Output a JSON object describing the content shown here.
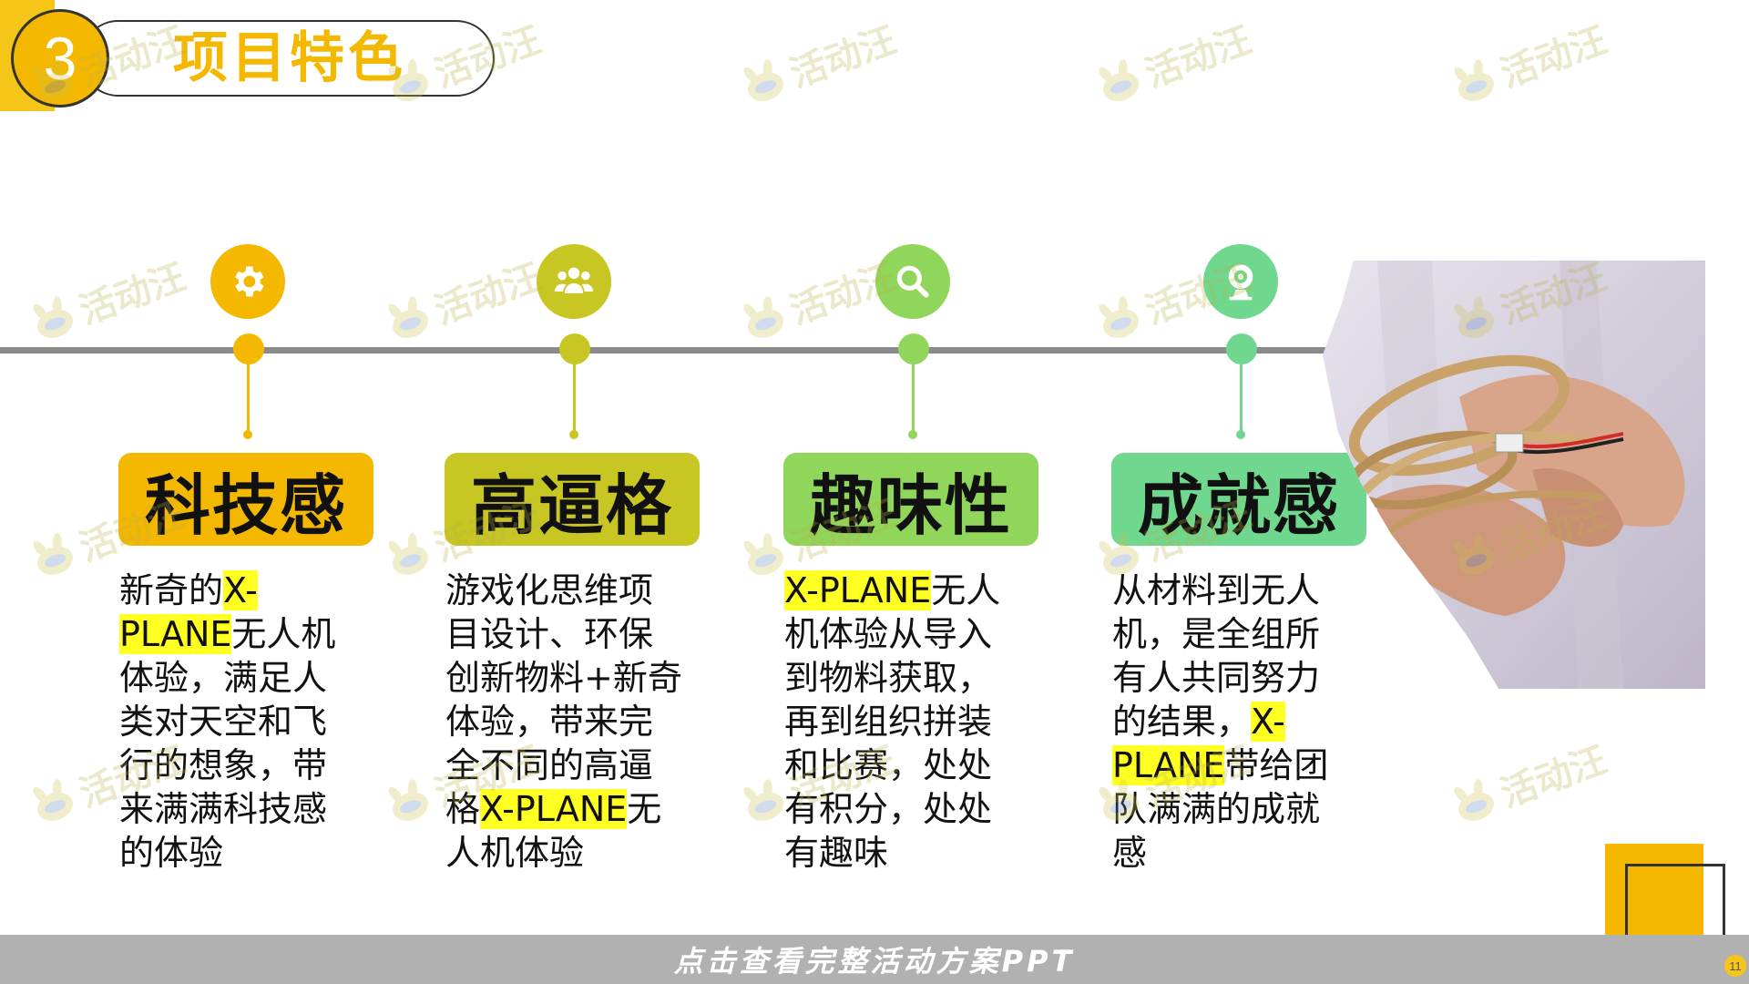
{
  "header": {
    "number": "3",
    "title": "项目特色"
  },
  "features": [
    {
      "icon": "gear-icon",
      "color": "#f5b800",
      "label": "科技感",
      "desc_parts": [
        {
          "text": "新奇的",
          "hl": false
        },
        {
          "text": "X-PLANE",
          "hl": true
        },
        {
          "text": "无人机体验，满足人类对天空和飞行的想象，带来满满科技感的体验",
          "hl": false
        }
      ]
    },
    {
      "icon": "group-icon",
      "color": "#c8c622",
      "label": "高逼格",
      "desc_parts": [
        {
          "text": "游戏化思维项目设计、环保创新物料+新奇体验，带来完全不同的高逼格",
          "hl": false
        },
        {
          "text": "X-PLANE",
          "hl": true
        },
        {
          "text": "无人机体验",
          "hl": false
        }
      ]
    },
    {
      "icon": "search-icon",
      "color": "#8fd65a",
      "label": "趣味性",
      "desc_parts": [
        {
          "text": "X-PLANE",
          "hl": true
        },
        {
          "text": "无人机体验从导入到物料获取，再到组织拼装和比赛，处处有积分，处处有趣味",
          "hl": false
        }
      ]
    },
    {
      "icon": "webcam-icon",
      "color": "#6fd88e",
      "label": "成就感",
      "desc_parts": [
        {
          "text": "从材料到无人机，是全组所有人共同努力的结果，",
          "hl": false
        },
        {
          "text": "X-PLANE",
          "hl": true
        },
        {
          "text": "带给团队满满的成就感",
          "hl": false
        }
      ]
    }
  ],
  "footer": {
    "link_text": "点击查看完整活动方案PPT",
    "page_number": "11"
  },
  "watermark": {
    "text": "活动汪"
  }
}
